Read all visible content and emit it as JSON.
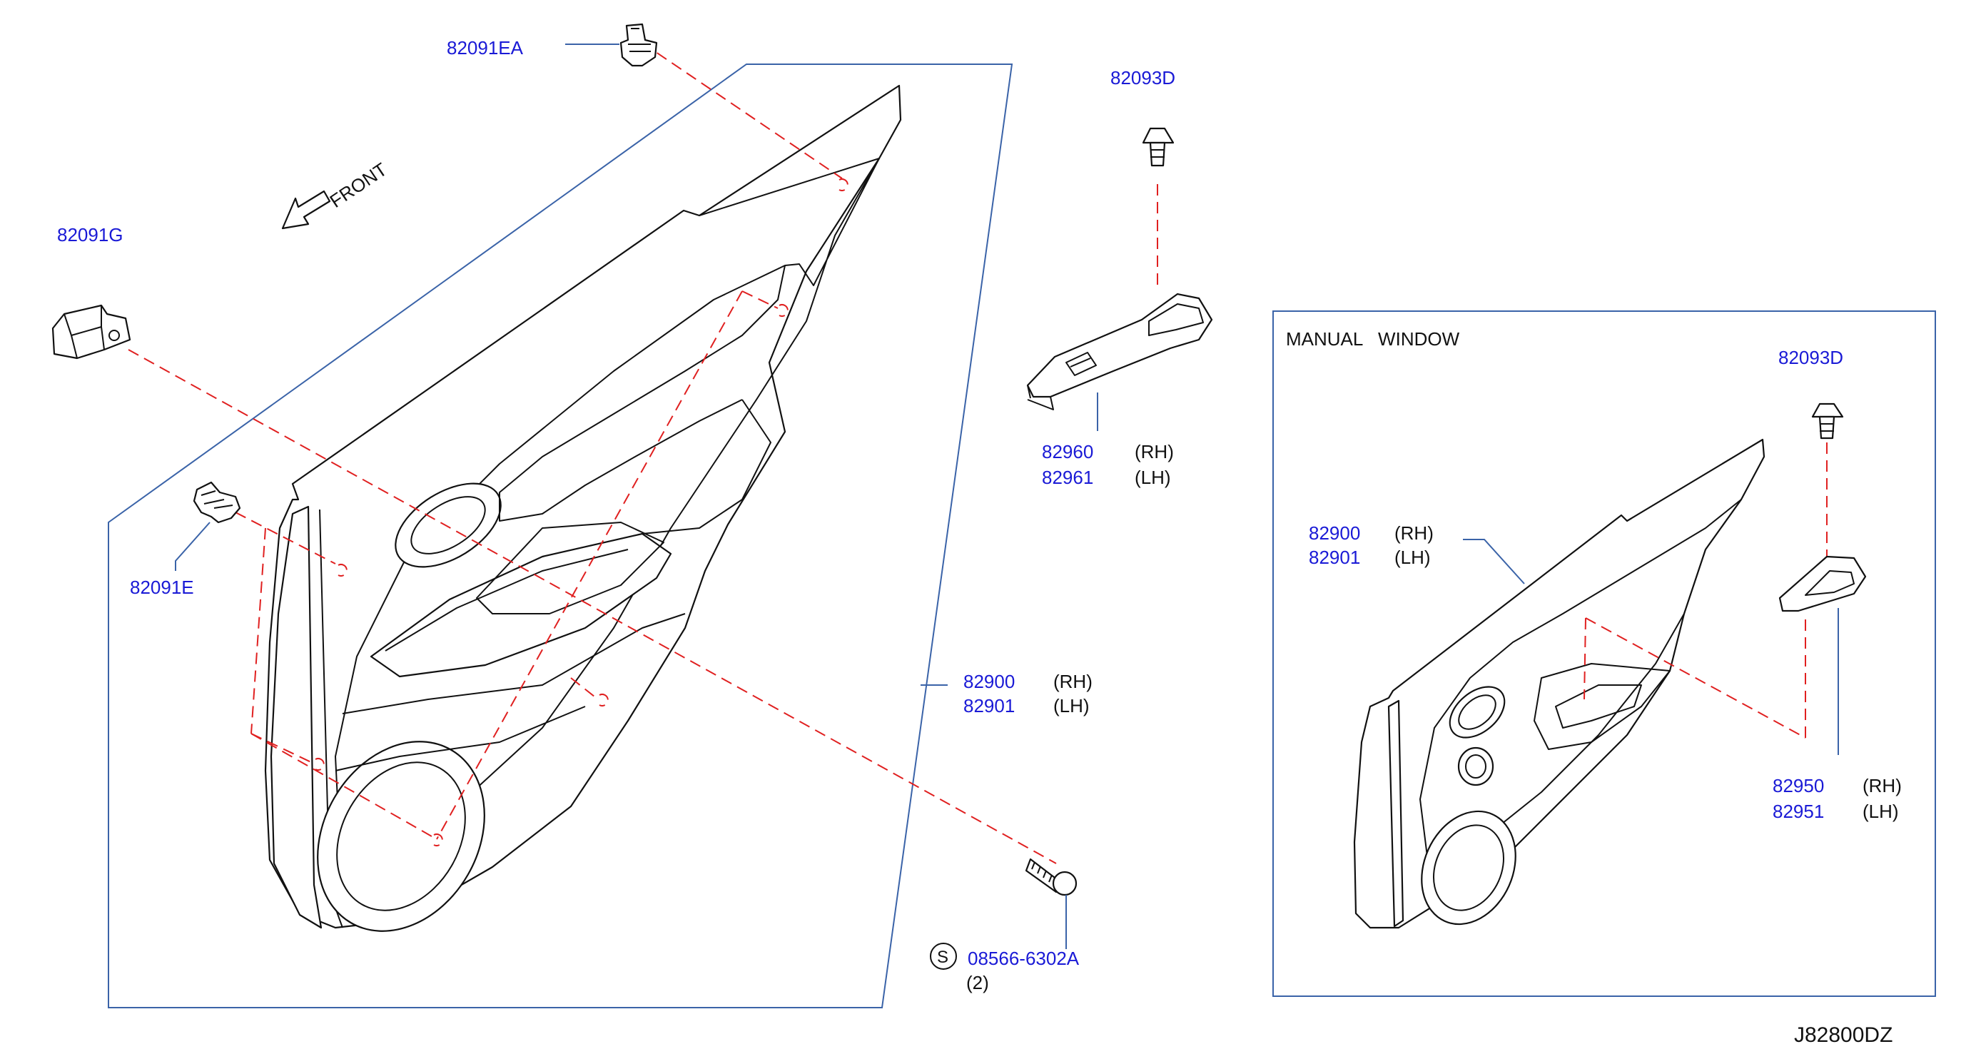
{
  "drawing_id": "J82800DZ",
  "direction_label": "FRONT",
  "inset_title": "MANUAL   WINDOW",
  "side_rh": "(RH)",
  "side_lh": "(LH)",
  "parts": {
    "clip_82091ea": "82091EA",
    "clip_82091g": "82091G",
    "clip_82091e": "82091E",
    "screw_82093d": "82093D",
    "finisher_rh": "82960",
    "finisher_lh": "82961",
    "trim_rh": "82900",
    "trim_lh": "82901",
    "screw_s": "08566-6302A",
    "screw_s_qty": "(2)",
    "s_symbol": "S",
    "inset_screw": "82093D",
    "inset_trim_rh": "82900",
    "inset_trim_lh": "82901",
    "inset_finisher_rh": "82950",
    "inset_finisher_lh": "82951"
  },
  "colors": {
    "part_number": "#1a1ad6",
    "hidden_line": "#e02020",
    "frame": "#3a63a8",
    "outline": "#111111"
  }
}
